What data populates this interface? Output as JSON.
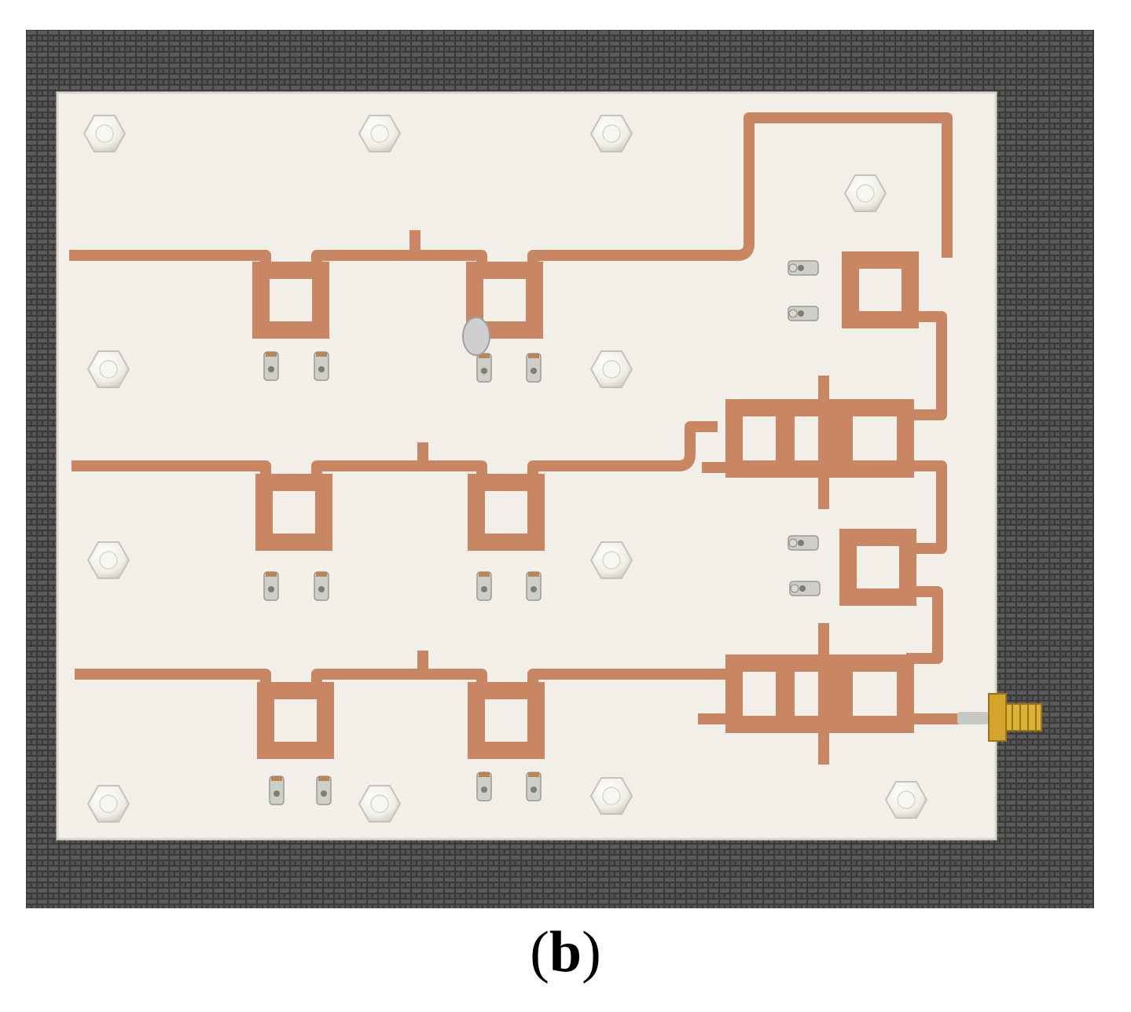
{
  "caption": {
    "open": "(",
    "letter": "b",
    "close": ")"
  },
  "colors": {
    "background_mat": "#3b3b3b",
    "substrate": "#f1efe7",
    "copper": "#c98663",
    "solder": "#c9c9c6",
    "spacer": "#f7f6ef",
    "connector": "#d4a52a"
  },
  "objects": [
    "mesh-mat",
    "pcb-substrate",
    "copper-traces",
    "branch-line-couplers",
    "solder-pads",
    "nylon-spacers",
    "sma-connector"
  ]
}
